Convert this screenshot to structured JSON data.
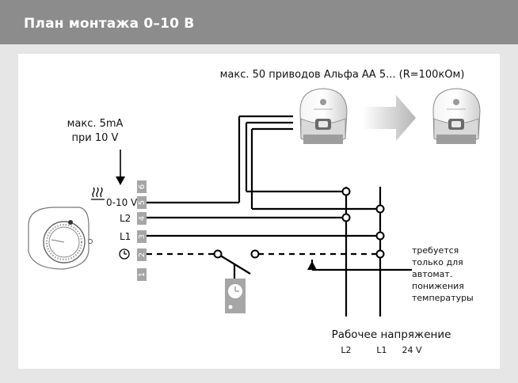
{
  "header": {
    "title": "План монтажа 0–10 В"
  },
  "diagram": {
    "actuators_label": "макс. 50 приводов Альфа АА 5... (R=100кОм)",
    "current_note_line1": "макс. 5mA",
    "current_note_line2": "при 10 V",
    "terminal_labels": {
      "t5": "0-10  V",
      "t4": "L2",
      "t3": "L1"
    },
    "terminal_numbers": [
      "1",
      "2",
      "3",
      "4",
      "5",
      "6"
    ],
    "note_lines": [
      "требуется",
      "только для",
      "автомат.",
      "понижения",
      "температуры"
    ],
    "supply_label": "Рабочее напряжение",
    "supply_terms": {
      "l2": "L2",
      "l1": "L1",
      "v": "24 V"
    },
    "colors": {
      "header_bg": "#8c8c8c",
      "page_bg": "#e6e6e6",
      "terminal_gray": "#a6a6a6",
      "arrow_gray": "#bdbdbd"
    },
    "icons": [
      "thermostat-icon",
      "clock-icon",
      "heating-icon",
      "timer-icon",
      "actuator-icon"
    ]
  }
}
